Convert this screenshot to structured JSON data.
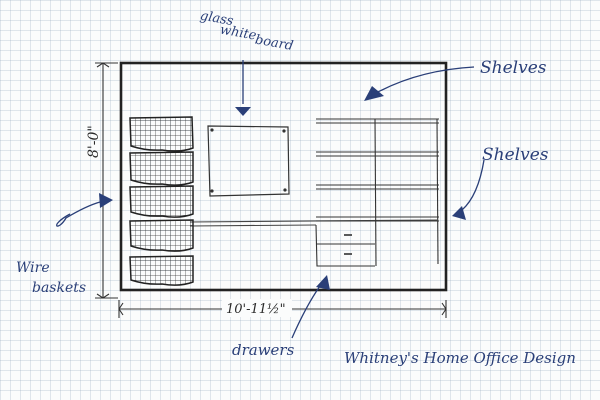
{
  "labels": {
    "glass_white_board": [
      "glass",
      "white",
      "board"
    ],
    "shelves_top": "Shelves",
    "shelves_side": "Shelves",
    "wire_baskets": [
      "Wire",
      "baskets"
    ],
    "drawers": "drawers",
    "height_dimension": "8'-0\"",
    "width_dimension": "10'-11½\"",
    "title": "Whitney's Home Office Design"
  },
  "colors": {
    "ink": "#2a3f78",
    "pencil": "#2a2a2a",
    "grid": "#c8d3de"
  },
  "icons": {
    "arrowhead": "filled-triangle-arrow"
  }
}
